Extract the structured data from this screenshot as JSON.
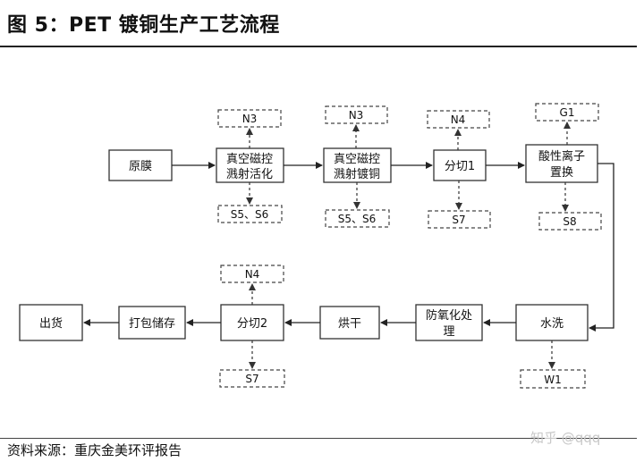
{
  "header": {
    "title": "图 5：PET 镀铜生产工艺流程"
  },
  "footer": {
    "source": "资料来源：重庆金美环评报告",
    "watermark": "知乎 @qqq"
  },
  "flow": {
    "steps": {
      "original_film": "原膜",
      "sputter_activate": [
        "真空磁控",
        "溅射活化"
      ],
      "sputter_copper": [
        "真空磁控",
        "溅射镀铜"
      ],
      "slitting1": "分切1",
      "acid_ion": [
        "酸性离子",
        "置换"
      ],
      "washing": "水洗",
      "anti_oxidation": [
        "防氧化处",
        "理"
      ],
      "drying": "烘干",
      "slitting2": "分切2",
      "packing": "打包储存",
      "shipping": "出货"
    },
    "emissions": {
      "n3_a": "N3",
      "s5s6_a": "S5、S6",
      "n3_b": "N3",
      "s5s6_b": "S5、S6",
      "n4_a": "N4",
      "s7_a": "S7",
      "g1": "G1",
      "s8": "S8",
      "w1": "W1",
      "n4_b": "N4",
      "s7_b": "S7"
    }
  }
}
